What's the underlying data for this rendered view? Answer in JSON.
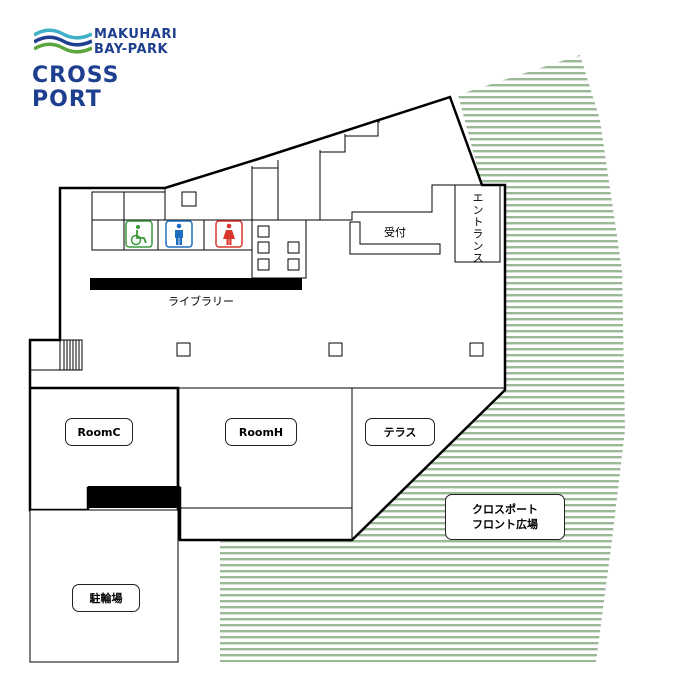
{
  "logo": {
    "line1": "MAKUHARI",
    "line2": "BAY-PARK",
    "line3": "CROSS PORT"
  },
  "labels": {
    "library": "ライブラリー",
    "reception": "受付",
    "entrance": "エントランス",
    "room_c": "RoomC",
    "room_h": "RoomH",
    "terrace": "テラス",
    "plaza_line1": "クロスポート",
    "plaza_line2": "フロント広場",
    "bicycle_parking": "駐輪場"
  },
  "icons": {
    "accessible_toilet": "wheelchair-icon",
    "mens_toilet": "man-icon",
    "womens_toilet": "woman-icon"
  },
  "colors": {
    "logo": "#1e3f8f",
    "logo_wave_light": "#3fb0c8",
    "logo_wave_green": "#5aa63c",
    "accessible": "#3a9a3a",
    "men": "#1f6fc0",
    "women": "#d9362b",
    "hatch": "#8fb08a"
  }
}
